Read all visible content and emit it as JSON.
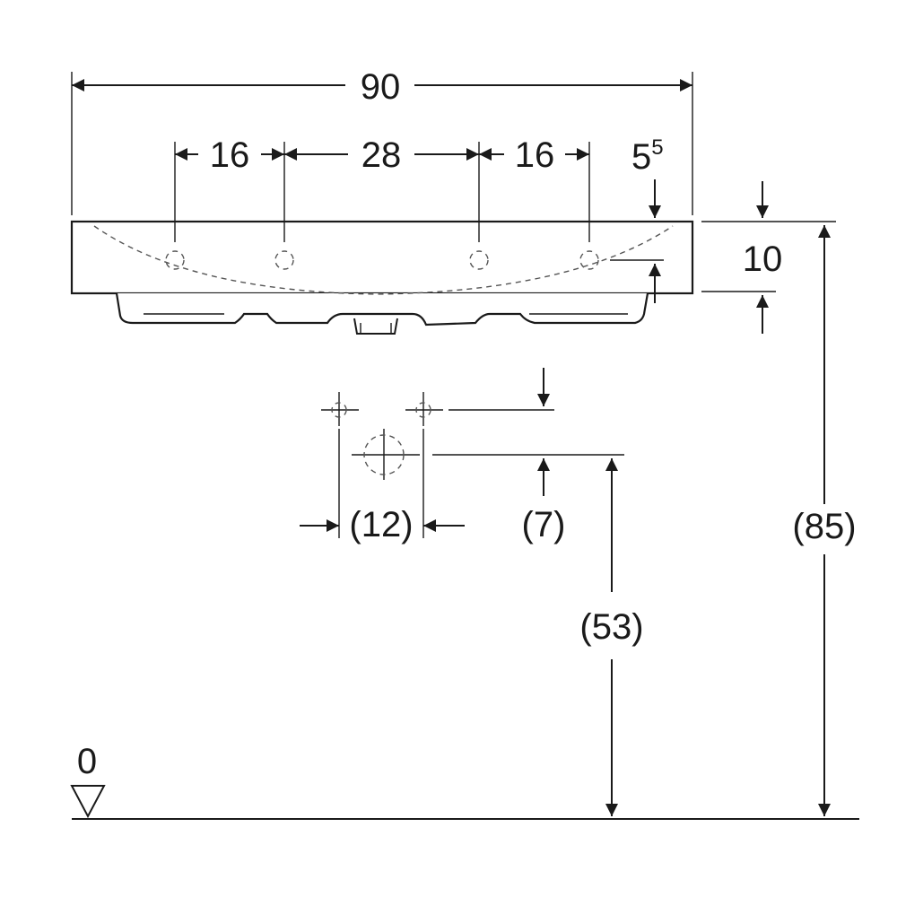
{
  "dimensions": {
    "overall_width": "90",
    "hole_spacing_left": "16",
    "hole_spacing_middle": "28",
    "hole_spacing_right": "16",
    "edge_offset_base": "5",
    "edge_offset_sup": "5",
    "rim_height": "10",
    "trap_width": "(12)",
    "trap_offset": "(7)",
    "trap_height": "(53)",
    "overall_height": "(85)",
    "floor_level": "0"
  },
  "colors": {
    "ink": "#1a1a1a",
    "hidden_line": "#555555",
    "background": "#ffffff"
  }
}
